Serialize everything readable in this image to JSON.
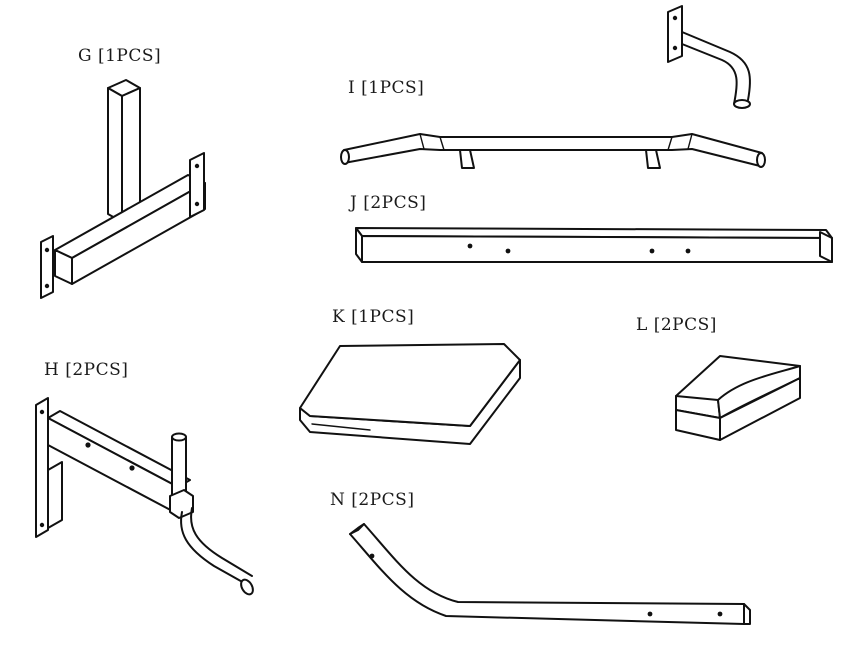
{
  "parts": {
    "g": {
      "label": "G [1PCS]"
    },
    "h": {
      "label": "H [2PCS]"
    },
    "i": {
      "label": "I [1PCS]"
    },
    "j": {
      "label": "J [2PCS]"
    },
    "k": {
      "label": "K [1PCS]"
    },
    "l": {
      "label": "L [2PCS]"
    },
    "n": {
      "label": "N [2PCS]"
    }
  }
}
